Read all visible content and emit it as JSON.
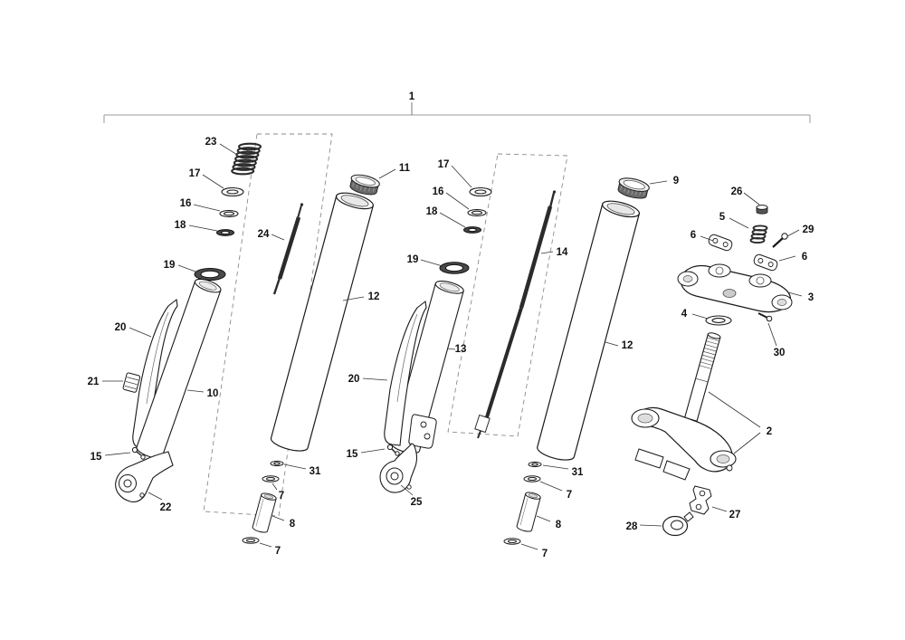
{
  "diagram": {
    "kind": "exploded-parts-diagram",
    "colors": {
      "ink": "#1a1a1a",
      "label": "#111111",
      "dash": "#8c8c8c"
    }
  },
  "callouts": {
    "assembly": {
      "text": "1"
    },
    "left_fork": [
      {
        "text": "23"
      },
      {
        "text": "17"
      },
      {
        "text": "16"
      },
      {
        "text": "18"
      },
      {
        "text": "24"
      },
      {
        "text": "19"
      },
      {
        "text": "11"
      },
      {
        "text": "12"
      },
      {
        "text": "20"
      },
      {
        "text": "21"
      },
      {
        "text": "10"
      },
      {
        "text": "15"
      },
      {
        "text": "22"
      },
      {
        "text": "31"
      },
      {
        "text": "7"
      },
      {
        "text": "8"
      },
      {
        "text": "7"
      }
    ],
    "right_fork": [
      {
        "text": "17"
      },
      {
        "text": "16"
      },
      {
        "text": "18"
      },
      {
        "text": "19"
      },
      {
        "text": "14"
      },
      {
        "text": "9"
      },
      {
        "text": "13"
      },
      {
        "text": "20"
      },
      {
        "text": "12"
      },
      {
        "text": "15"
      },
      {
        "text": "25"
      },
      {
        "text": "31"
      },
      {
        "text": "7"
      },
      {
        "text": "8"
      },
      {
        "text": "7"
      }
    ],
    "steering": [
      {
        "text": "26"
      },
      {
        "text": "5"
      },
      {
        "text": "29"
      },
      {
        "text": "6"
      },
      {
        "text": "6"
      },
      {
        "text": "3"
      },
      {
        "text": "4"
      },
      {
        "text": "30"
      },
      {
        "text": "2"
      },
      {
        "text": "27"
      },
      {
        "text": "28"
      }
    ]
  }
}
